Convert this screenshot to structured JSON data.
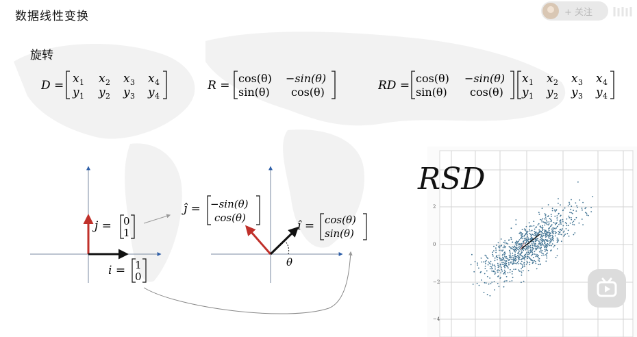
{
  "header": {
    "title": "数据线性变换",
    "follow_label": "+ 关注"
  },
  "section": {
    "label": "旋转"
  },
  "equations": {
    "d": {
      "lhs": "D =",
      "row1": [
        "x",
        "1",
        "x",
        "2",
        "x",
        "3",
        "x",
        "4"
      ],
      "row2": [
        "y",
        "1",
        "y",
        "2",
        "y",
        "3",
        "y",
        "4"
      ]
    },
    "r": {
      "lhs": "R =",
      "r11": "cos(θ)",
      "r12": "−sin(θ)",
      "r21": "sin(θ)",
      "r22": "cos(θ)"
    },
    "rd": {
      "lhs": "RD =",
      "r11": "cos(θ)",
      "r12": "−sin(θ)",
      "r21": "sin(θ)",
      "r22": "cos(θ)"
    }
  },
  "diagram": {
    "j_label": "j =",
    "j_vec": [
      "0",
      "1"
    ],
    "i_label": "i =",
    "i_vec": [
      "1",
      "0"
    ],
    "jhat_label": "ĵ =",
    "jhat_vec": [
      "−sin(θ)",
      "cos(θ)"
    ],
    "ihat_label": "î =",
    "ihat_vec": [
      "cos(θ)",
      "sin(θ)"
    ],
    "theta": "θ"
  },
  "scatter": {
    "title": "RSD",
    "ytick_labels": [
      "2",
      "0",
      "−2",
      "−4"
    ]
  },
  "colors": {
    "red_vector": "#c0302a",
    "black_vector": "#111111",
    "axis": "#7a8aa0",
    "axis_arrow": "#2e5fa8",
    "point": "#3a6e8f"
  }
}
